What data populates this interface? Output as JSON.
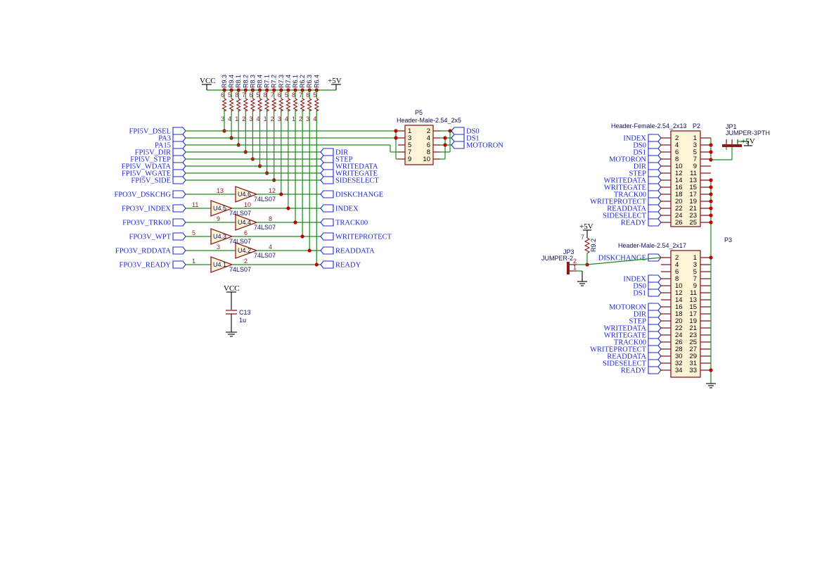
{
  "power": {
    "vcc": "VCC",
    "p5v": "+5V",
    "gnd_count": 3
  },
  "resistors": {
    "refs": [
      "R9.3",
      "R9.4",
      "R8.1",
      "R8.2",
      "R8.3",
      "R8.4",
      "R7.1",
      "R7.2",
      "R7.3",
      "R7.4",
      "R6.1",
      "R6.2",
      "R6.3",
      "R6.4"
    ],
    "pin_top": [
      "6",
      "5",
      "8",
      "7",
      "6",
      "5",
      "8",
      "7",
      "6",
      "5",
      "8",
      "7",
      "6",
      "5"
    ],
    "pin_bottom": [
      "3",
      "4",
      "1",
      "2",
      "3",
      "4",
      "1",
      "2",
      "3",
      "4",
      "1",
      "2",
      "3",
      "4"
    ]
  },
  "fpi_inputs": [
    "FPI5V_DSEL",
    "PA3",
    "PA15",
    "FPI5V_DIR",
    "FPI5V_STEP",
    "FPI5V_WDATA",
    "FPI5V_WGATE",
    "FPI5V_SIDE"
  ],
  "fpi_outputs": [
    "DIR",
    "STEP",
    "WRITEDATA",
    "WRITEGATE",
    "SIDESELECT"
  ],
  "fpo_inputs": [
    "FPO3V_DSKCHG",
    "FPO3V_INDEX",
    "FPO3V_TRK00",
    "FPO3V_WPT",
    "FPO3V_RDDATA",
    "FPO3V_READY"
  ],
  "buffers": [
    {
      "ref": "U4.6",
      "part": "74LS07",
      "pin_in": "13",
      "pin_out": "12",
      "out": "DISKCHANGE"
    },
    {
      "ref": "U4.5",
      "part": "74LS07",
      "pin_in": "11",
      "pin_out": "10",
      "out": "INDEX"
    },
    {
      "ref": "U4.4",
      "part": "74LS07",
      "pin_in": "9",
      "pin_out": "8",
      "out": "TRACK00"
    },
    {
      "ref": "U4.3",
      "part": "74LS07",
      "pin_in": "5",
      "pin_out": "6",
      "out": "WRITEPROTECT"
    },
    {
      "ref": "U4.2",
      "part": "74LS07",
      "pin_in": "3",
      "pin_out": "4",
      "out": "READDATA"
    },
    {
      "ref": "U4.1",
      "part": "74LS07",
      "pin_in": "1",
      "pin_out": "2",
      "out": "READY"
    }
  ],
  "cap": {
    "ref": "C13",
    "value": "1u"
  },
  "p5": {
    "ref": "P5",
    "part": "Header-Male-2.54_2x5",
    "pins_left": [
      "1",
      "3",
      "5",
      "7",
      "9"
    ],
    "pins_right": [
      "2",
      "4",
      "6",
      "8",
      "10"
    ],
    "signals": [
      "DS0",
      "DS1",
      "MOTORON"
    ]
  },
  "jp1": {
    "ref": "JP1",
    "part": "JUMPER-3PTH"
  },
  "p2": {
    "ref": "P2",
    "part": "Header-Female-2.54_2x13",
    "signals": [
      "INDEX",
      "DS0",
      "DS1",
      "MOTORON",
      "DIR",
      "STEP",
      "WRITEDATA",
      "WRITEGATE",
      "TRACK00",
      "WRITEPROTECT",
      "READDATA",
      "SIDESELECT",
      "READY"
    ],
    "pins_left": [
      "2",
      "4",
      "6",
      "8",
      "10",
      "12",
      "14",
      "16",
      "18",
      "20",
      "22",
      "24",
      "26"
    ],
    "pins_right": [
      "1",
      "3",
      "5",
      "7",
      "9",
      "11",
      "13",
      "15",
      "17",
      "19",
      "21",
      "23",
      "25"
    ]
  },
  "r92": {
    "ref": "R9.2",
    "pin_top": "7",
    "pin_bottom": "2"
  },
  "jp3": {
    "ref": "JP3",
    "part": "JUMPER-2",
    "pin_a": "2",
    "pin_b": "1"
  },
  "p3": {
    "ref": "P3",
    "part": "Header-Male-2.54_2x17",
    "signals": [
      "DISKCHANGE",
      "",
      "",
      "INDEX",
      "DS0",
      "DS1",
      "",
      "MOTORON",
      "DIR",
      "STEP",
      "WRITEDATA",
      "WRITEGATE",
      "TRACK00",
      "WRITEPROTECT",
      "READDATA",
      "SIDESELECT",
      "READY"
    ],
    "pins_left": [
      "2",
      "4",
      "6",
      "8",
      "10",
      "12",
      "14",
      "16",
      "18",
      "20",
      "22",
      "24",
      "26",
      "28",
      "30",
      "32",
      "34"
    ],
    "pins_right": [
      "1",
      "3",
      "5",
      "7",
      "9",
      "11",
      "13",
      "15",
      "17",
      "19",
      "21",
      "23",
      "25",
      "27",
      "29",
      "31",
      "33"
    ]
  }
}
